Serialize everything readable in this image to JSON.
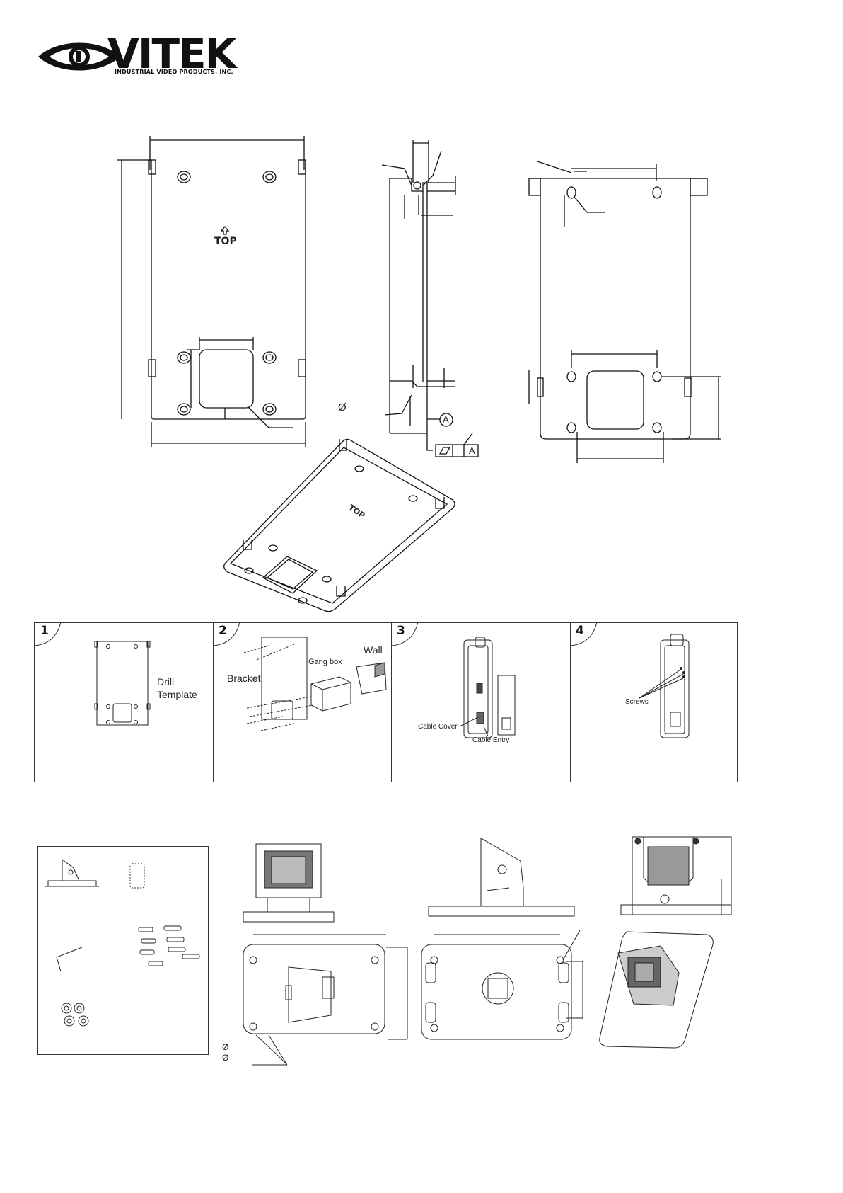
{
  "logo": {
    "brand": "VITEK",
    "registered": "®",
    "tagline": "INDUSTRIAL VIDEO PRODUCTS, INC."
  },
  "drawing": {
    "top_label": "TOP",
    "phi_symbol": "Ø",
    "datum_label": "A",
    "flatness_datum": "A",
    "bottom_phi_1": "Ø",
    "bottom_phi_2": "Ø"
  },
  "steps": [
    {
      "number": "1",
      "label_1": "Drill",
      "label_2": "Template"
    },
    {
      "number": "2",
      "bracket": "Bracket",
      "gang_box": "Gang box",
      "wall": "Wall"
    },
    {
      "number": "3",
      "cable_cover": "Cable Cover",
      "cable_entry": "Cable Entry"
    },
    {
      "number": "4",
      "screws": "Screws"
    }
  ],
  "colors": {
    "line": "#111111",
    "border": "#333333",
    "light": "#888888"
  }
}
